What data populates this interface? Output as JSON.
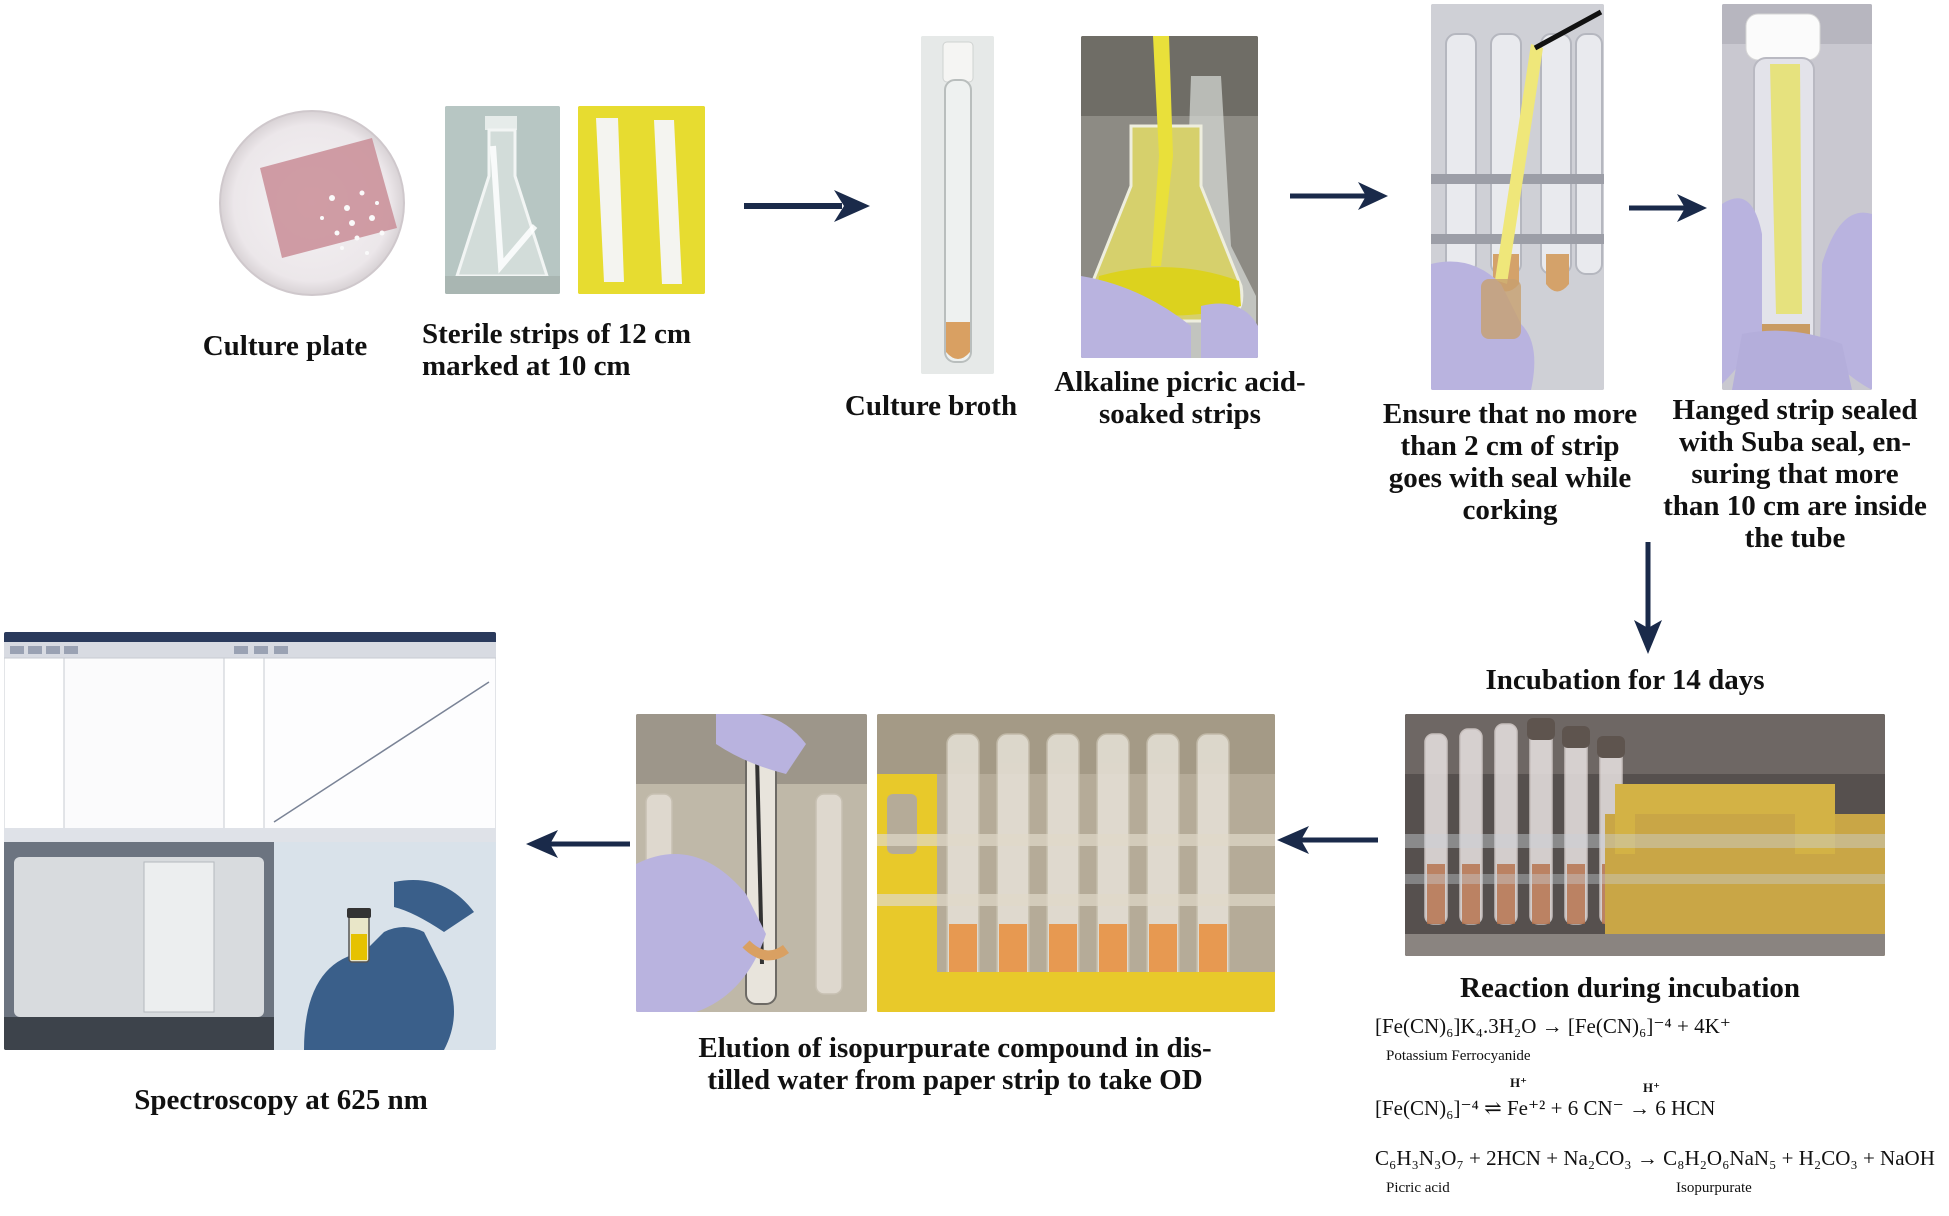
{
  "captions": {
    "culture_plate": "Culture plate",
    "sterile_strips_line1": "Sterile strips of 12 cm",
    "sterile_strips_line2": "marked at 10 cm",
    "culture_broth": "Culture broth",
    "alkaline_line1": "Alkaline picric acid-",
    "alkaline_line2": "soaked strips",
    "ensure_line1": "Ensure that no more",
    "ensure_line2": "than 2 cm of strip",
    "ensure_line3": "goes with seal while",
    "ensure_line4": "corking",
    "hanged_line1": "Hanged strip sealed",
    "hanged_line2": "with Suba seal, en-",
    "hanged_line3": "suring that more",
    "hanged_line4": "than 10 cm are inside",
    "hanged_line5": "the tube",
    "incubation": "Incubation for 14 days",
    "reaction": "Reaction during incubation",
    "elution_line1": "Elution of isopurpurate compound in dis-",
    "elution_line2": "tilled water from paper strip to take OD",
    "spectroscopy": "Spectroscopy at 625 nm"
  },
  "equations": {
    "eq1": "[Fe(CN)₆]K₄.3H₂O → [Fe(CN)₆]⁻⁴ + 4K⁺",
    "eq1_label": "Potassium Ferrocyanide",
    "eq2_h1": "H⁺",
    "eq2_h2": "H⁺",
    "eq2": "[Fe(CN)₆]⁻⁴ ⇌ Fe⁺² + 6 CN⁻ → 6 HCN",
    "eq3": "C₆H₃N₃O₇ + 2HCN + Na₂CO₃ → C₈H₂O₆NaN₅ + H₂CO₃ + NaOH",
    "eq3_label1": "Picric acid",
    "eq3_label2": "Isopurpurate"
  },
  "colors": {
    "arrow": "#1a2a4a",
    "glove": "#b9b3df",
    "yellow": "#e8d93a",
    "broth": "#d9a062",
    "rack": "#d3b245"
  }
}
